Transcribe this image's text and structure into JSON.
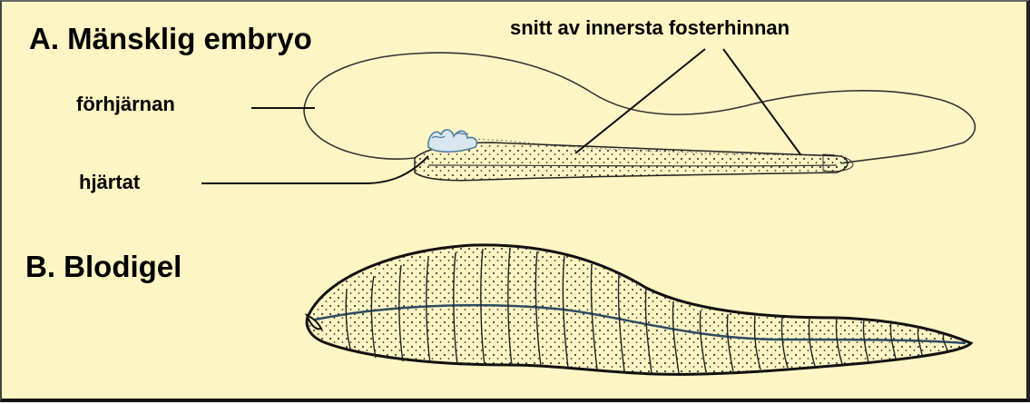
{
  "colors": {
    "background": "#fdf5c4",
    "ink": "#000000",
    "pen": "#111111",
    "accent": "#4f7fa0"
  },
  "section_a": {
    "title": "A. Mänsklig embryo",
    "labels": {
      "amnion": "snitt av innersta fosterhinnan",
      "forebrain": "förhjärnan",
      "heart": "hjärtat"
    }
  },
  "section_b": {
    "title": "B. Blodigel"
  }
}
